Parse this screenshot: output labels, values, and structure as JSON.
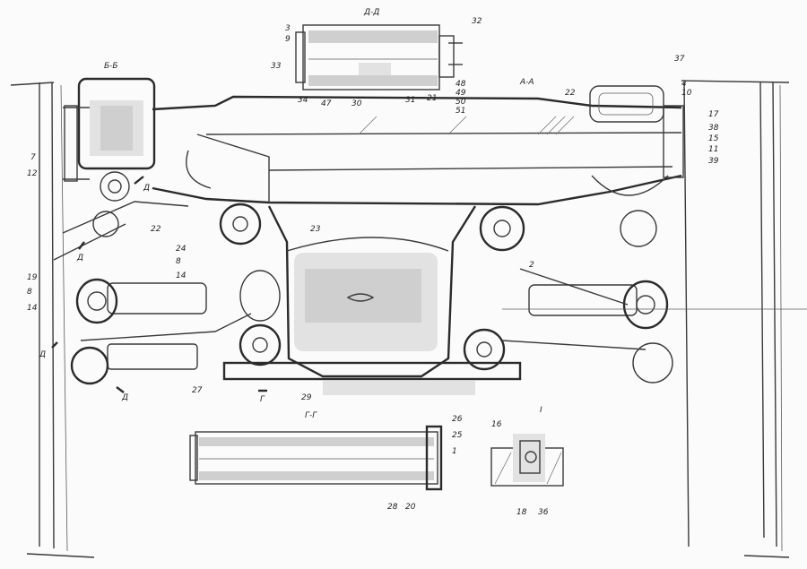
{
  "sections": {
    "dd": "Д-Д",
    "bb": "Б-Б",
    "aa": "А-А",
    "gg": "Г-Г",
    "detail": "I",
    "cut_d": "Д",
    "cut_g": "Г"
  },
  "callouts": {
    "n3": "3",
    "n9": "9",
    "n32": "32",
    "n33": "33",
    "n34": "34",
    "n47": "47",
    "n30": "30",
    "n31": "31",
    "n21": "21",
    "n48": "48",
    "n49": "49",
    "n50": "50",
    "n51": "51",
    "n37": "37",
    "n4": "4",
    "n10": "10",
    "n22a": "22",
    "n17": "17",
    "n38": "38",
    "n15": "15",
    "n11": "11",
    "n39": "39",
    "n7": "7",
    "n12": "12",
    "n22b": "22",
    "n23": "23",
    "n24": "24",
    "n8a": "8",
    "n14a": "14",
    "n19": "19",
    "n8b": "8",
    "n14b": "14",
    "n2": "2",
    "n27": "27",
    "n29": "29",
    "n26": "26",
    "n25": "25",
    "n1": "1",
    "n28": "28",
    "n20": "20",
    "n16": "16",
    "n18": "18",
    "n36": "36"
  }
}
